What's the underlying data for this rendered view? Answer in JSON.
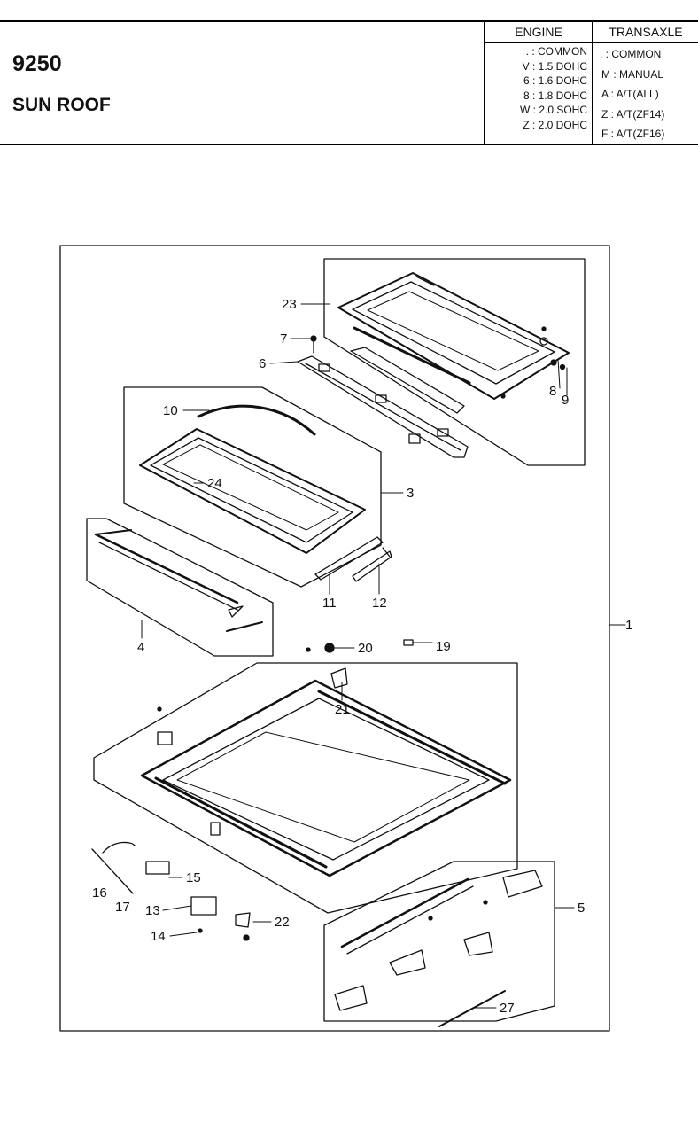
{
  "part_number": "9250",
  "part_name": "SUN ROOF",
  "engine": {
    "header": "ENGINE",
    "codes": [
      ". : COMMON",
      "V : 1.5 DOHC",
      "6 : 1.6 DOHC",
      "8 : 1.8 DOHC",
      "W : 2.0 SOHC",
      "Z : 2.0 DOHC"
    ]
  },
  "transaxle": {
    "header": "TRANSAXLE",
    "codes": [
      ". : COMMON",
      "M : MANUAL",
      "A : A/T(ALL)",
      "Z : A/T(ZF14)",
      "F : A/T(ZF16)"
    ]
  },
  "callouts": {
    "c1": "1",
    "c3": "3",
    "c4": "4",
    "c5": "5",
    "c6": "6",
    "c7": "7",
    "c8": "8",
    "c9": "9",
    "c10": "10",
    "c11": "11",
    "c12": "12",
    "c13": "13",
    "c14": "14",
    "c15": "15",
    "c16": "16",
    "c17": "17",
    "c19": "19",
    "c20": "20",
    "c21": "21",
    "c22": "22",
    "c23": "23",
    "c24": "24",
    "c27": "27"
  }
}
